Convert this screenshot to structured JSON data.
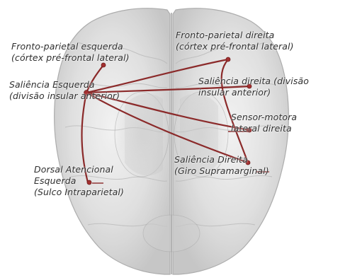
{
  "colors": {
    "connection": "#8b2a2a",
    "node": "#a33030",
    "brain_fill": "#dcdcdc",
    "brain_edge": "#9a9a9a",
    "text": "#2f2f2f"
  },
  "labels": {
    "fp_left": [
      "Fronto-parietal esquerda",
      "(córtex pré-frontal lateral)"
    ],
    "fp_right": [
      "Fronto-parietal direita",
      "(córtex pré-frontal lateral)"
    ],
    "sal_left": [
      "Saliência Esquerda",
      "(divisão insular anterior)"
    ],
    "sal_right_ins": [
      "Saliência direita (divisão",
      "insular anterior)"
    ],
    "sensorimotor": [
      "Sensor-motora",
      "lateral direita"
    ],
    "sal_right_smg": [
      "Saliência Direita",
      "(Giro Supramarginal)"
    ],
    "dorsal_att": [
      "Dorsal Atencional",
      "Esquerda",
      "(Sulco Intraparietal)"
    ]
  }
}
